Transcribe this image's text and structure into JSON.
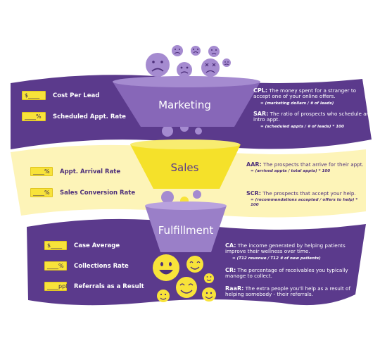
{
  "stages": [
    {
      "name": "Marketing",
      "metrics": [
        {
          "box": "$____",
          "label": "Cost Per Lead"
        },
        {
          "box": "____%",
          "label": "Scheduled Appt. Rate"
        }
      ],
      "definitions": [
        {
          "abbr": "CPL:",
          "text": "The money spent for a stranger to accept one of your online offers.",
          "formula": "= (marketing dollars / # of leads)"
        },
        {
          "abbr": "SAR:",
          "text": "The ratio of prospects who schedule an intro appt.",
          "formula": "= (scheduled appts / # of leads) * 100"
        }
      ]
    },
    {
      "name": "Sales",
      "metrics": [
        {
          "box": "____%",
          "label": "Appt. Arrival Rate"
        },
        {
          "box": "____%",
          "label": "Sales Conversion Rate"
        }
      ],
      "definitions": [
        {
          "abbr": "AAR:",
          "text": "The prospects that arrive for their appt.",
          "formula": "= (arrived appts / total appts) * 100"
        },
        {
          "abbr": "SCR:",
          "text": "The prospects that accept your help.",
          "formula": "= (recommendations accepted / offers to help) * 100"
        }
      ]
    },
    {
      "name": "Fulfillment",
      "metrics": [
        {
          "box": "$____",
          "label": "Case Average"
        },
        {
          "box": "____%",
          "label": "Collections Rate"
        },
        {
          "box": "____ppl",
          "label": "Referrals as a Result"
        }
      ],
      "definitions": [
        {
          "abbr": "CA:",
          "text": "The income generated by helping patients improve their wellness over time.",
          "formula": "= (T12 revenue / T12 # of new patients)"
        },
        {
          "abbr": "CR:",
          "text": "The percentage of receivables you typically manage to collect.",
          "formula": ""
        },
        {
          "abbr": "RaaR:",
          "text": "The extra people you'll help as a result of helping somebody - their referrals.",
          "formula": ""
        }
      ]
    }
  ],
  "colors": {
    "purple": "#5b3a8c",
    "purple_light": "#9a7fc8",
    "cream": "#fdf4b8",
    "yellow": "#f5e12a",
    "box_yellow": "#f8e33a",
    "text_dark": "#4d2f7a",
    "face_sad": "#a58bd0",
    "face_happy": "#f8e33a"
  },
  "icons": [
    "sad-face-icon",
    "happy-face-icon"
  ]
}
